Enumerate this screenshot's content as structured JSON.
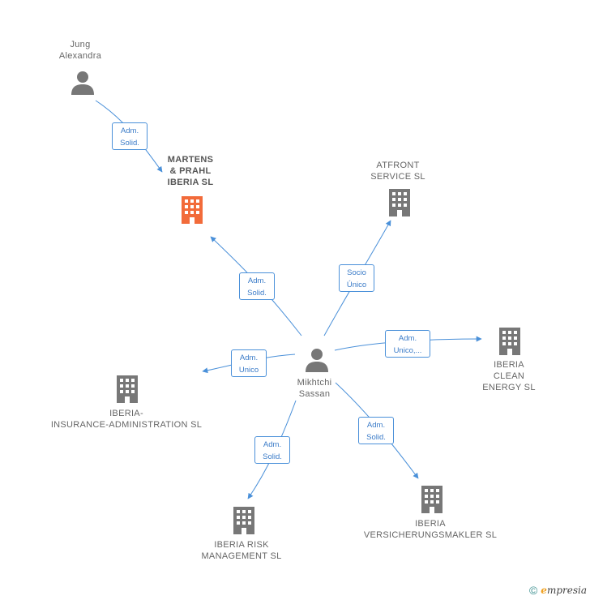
{
  "nodes": {
    "jung": {
      "label": "Jung\nAlexandra",
      "type": "person"
    },
    "martens": {
      "label": "MARTENS\n& PRAHL\nIBERIA  SL",
      "type": "company-highlight"
    },
    "atfront": {
      "label": "ATFRONT\nSERVICE  SL",
      "type": "company"
    },
    "mikhtchi": {
      "label": "Mikhtchi\nSassan",
      "type": "person"
    },
    "insurance": {
      "label": "IBERIA-\nINSURANCE-ADMINISTRATION SL",
      "type": "company"
    },
    "clean": {
      "label": "IBERIA\nCLEAN\nENERGY  SL",
      "type": "company"
    },
    "risk": {
      "label": "IBERIA RISK\nMANAGEMENT SL",
      "type": "company"
    },
    "vers": {
      "label": "IBERIA\nVERSICHERUNGSMAKLER SL",
      "type": "company"
    }
  },
  "edges": {
    "jung_martens": "Adm.\nSolid.",
    "mik_martens": "Adm.\nSolid.",
    "mik_atfront": "Socio\nÚnico",
    "mik_insurance": "Adm.\nUnico",
    "mik_clean": "Adm.\nUnico,...",
    "mik_risk": "Adm.\nSolid.",
    "mik_vers": "Adm.\nSolid."
  },
  "footer": {
    "copyright": "©",
    "brand_first": "e",
    "brand_rest": "mpresia"
  },
  "colors": {
    "edge": "#4a90d9",
    "company": "#777777",
    "highlight": "#f26b3a",
    "person": "#777777"
  }
}
